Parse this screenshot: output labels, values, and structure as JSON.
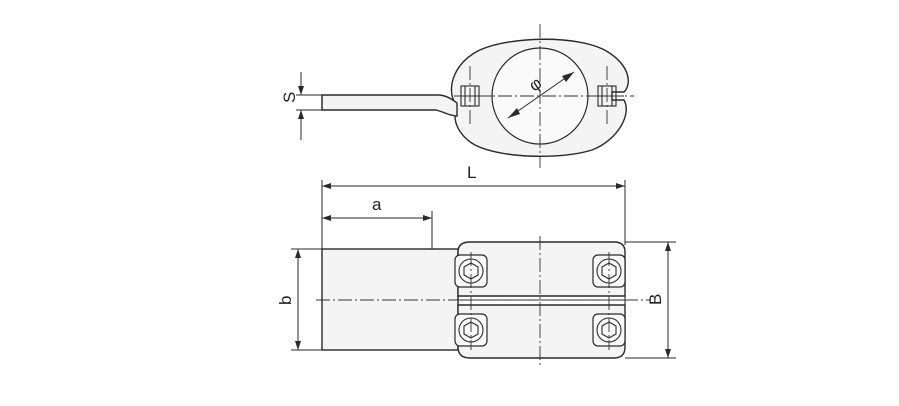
{
  "labels": {
    "s": "S",
    "diameter": "φ",
    "L": "L",
    "a": "a",
    "b": "b",
    "B": "B"
  }
}
